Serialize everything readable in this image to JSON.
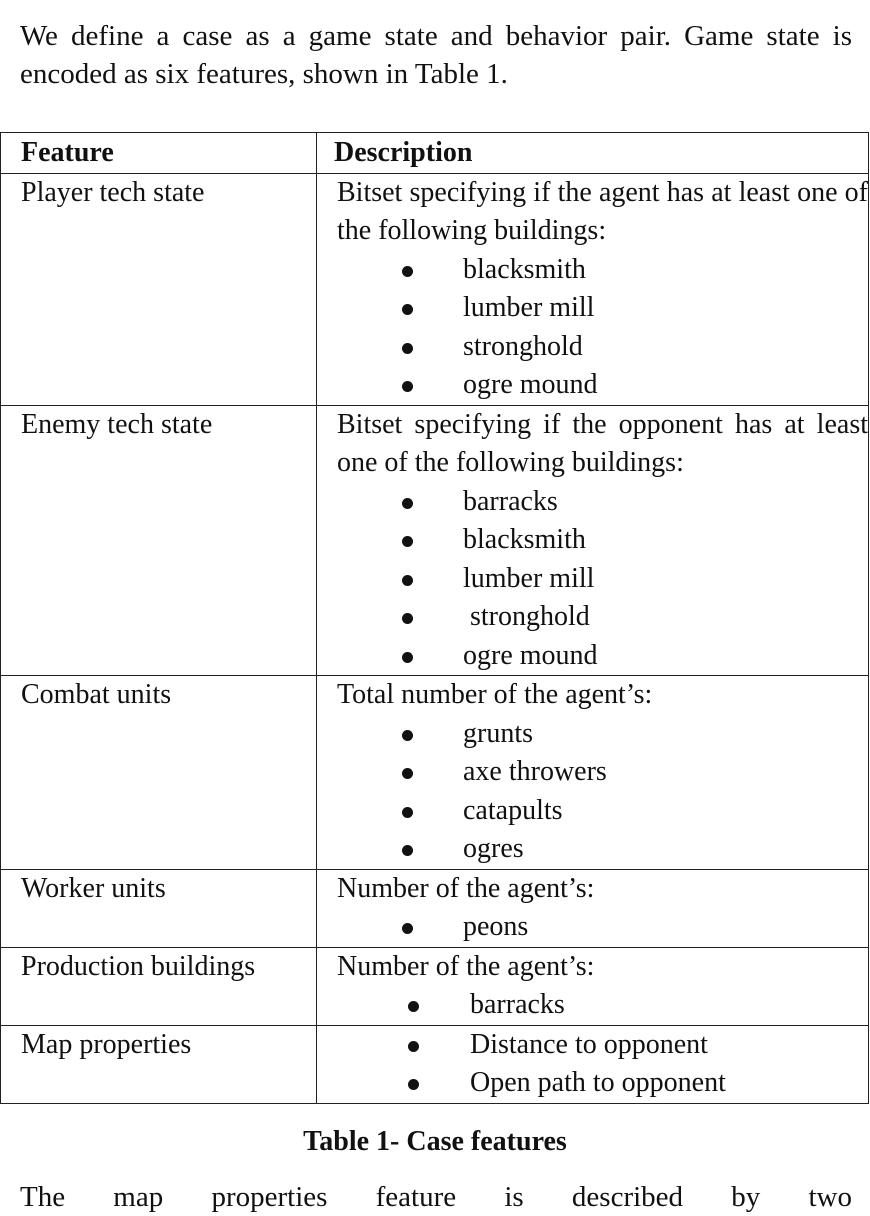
{
  "intro": "We define a case as a game state and behavior pair. Game state is encoded as six features, shown in Table 1.",
  "table": {
    "headers": [
      "Feature",
      "Description"
    ],
    "rows": [
      {
        "feature": "Player tech state",
        "description": "Bitset specifying if the agent has at least one of the following buildings:",
        "bullets": [
          "blacksmith",
          "lumber mill",
          "stronghold",
          "ogre mound"
        ]
      },
      {
        "feature": "Enemy tech state",
        "description": "Bitset specifying if the opponent has at least one of the following buildings:",
        "bullets": [
          "barracks",
          "blacksmith",
          "lumber mill",
          "stronghold",
          "ogre mound"
        ]
      },
      {
        "feature": "Combat units",
        "description": "Total number of the agent’s:",
        "bullets": [
          "grunts",
          "axe throwers",
          "catapults",
          "ogres"
        ]
      },
      {
        "feature": "Worker units",
        "description": "Number of the agent’s:",
        "bullets": [
          "peons"
        ]
      },
      {
        "feature": "Production buildings",
        "description": "Number of the agent’s:",
        "bullets": [
          "barracks"
        ]
      },
      {
        "feature": "Map properties",
        "description": "",
        "bullets": [
          "Distance to opponent",
          "Open path to opponent"
        ]
      }
    ]
  },
  "caption": "Table 1- Case features",
  "following_text": "The map properties feature is described by two"
}
